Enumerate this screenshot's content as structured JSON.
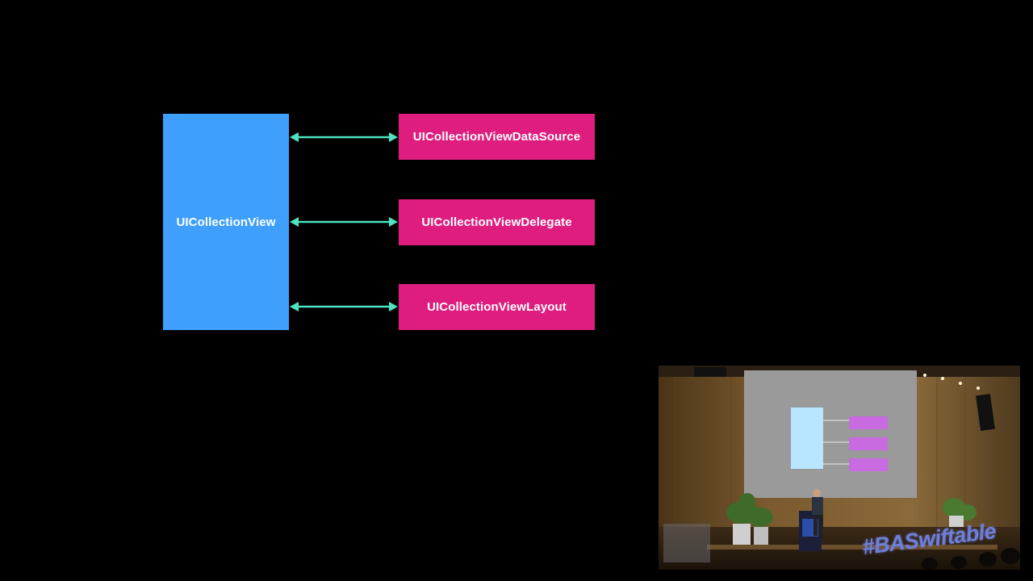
{
  "diagram": {
    "main_node": {
      "label": "UICollectionView",
      "color": "#3f9ffc"
    },
    "related_nodes": [
      {
        "label": "UICollectionViewDataSource",
        "color": "#df1d7e"
      },
      {
        "label": "UICollectionViewDelegate",
        "color": "#df1d7e"
      },
      {
        "label": "UICollectionViewLayout",
        "color": "#df1d7e"
      }
    ],
    "connector_color": "#4fe3c1",
    "connector_style": "bidirectional-arrow"
  },
  "speaker_video": {
    "hashtag": "#BASwiftable"
  }
}
